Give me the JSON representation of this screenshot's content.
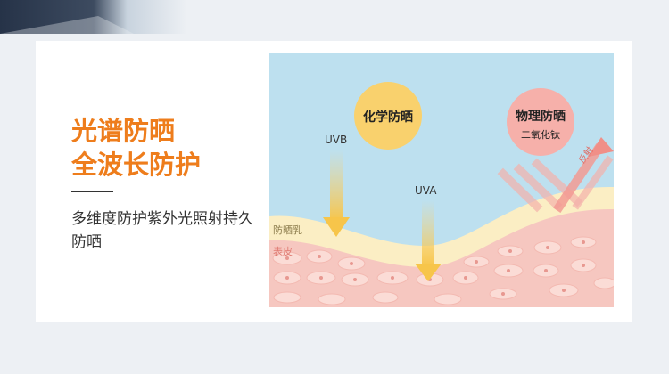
{
  "headline": {
    "line1": "光谱防晒",
    "line2": "全波长防护"
  },
  "description": "多维度防护紫外光照射持久防晒",
  "diagram": {
    "chemical_label": "化学防晒",
    "physical_label": "物理防晒",
    "physical_sub": "二氧化钛",
    "uvb_label": "UVB",
    "uva_label": "UVA",
    "reflect_label": "反射",
    "sunscreen_label": "防晒乳",
    "epidermis_label": "表皮"
  },
  "colors": {
    "accent": "#ee7d1c",
    "sky": "#bde0ef",
    "chemical_sun": "#f9d16d",
    "physical_sun": "#f6b0aa",
    "sunscreen_layer": "#fbeec4",
    "epidermis": "#f6c7c0"
  }
}
